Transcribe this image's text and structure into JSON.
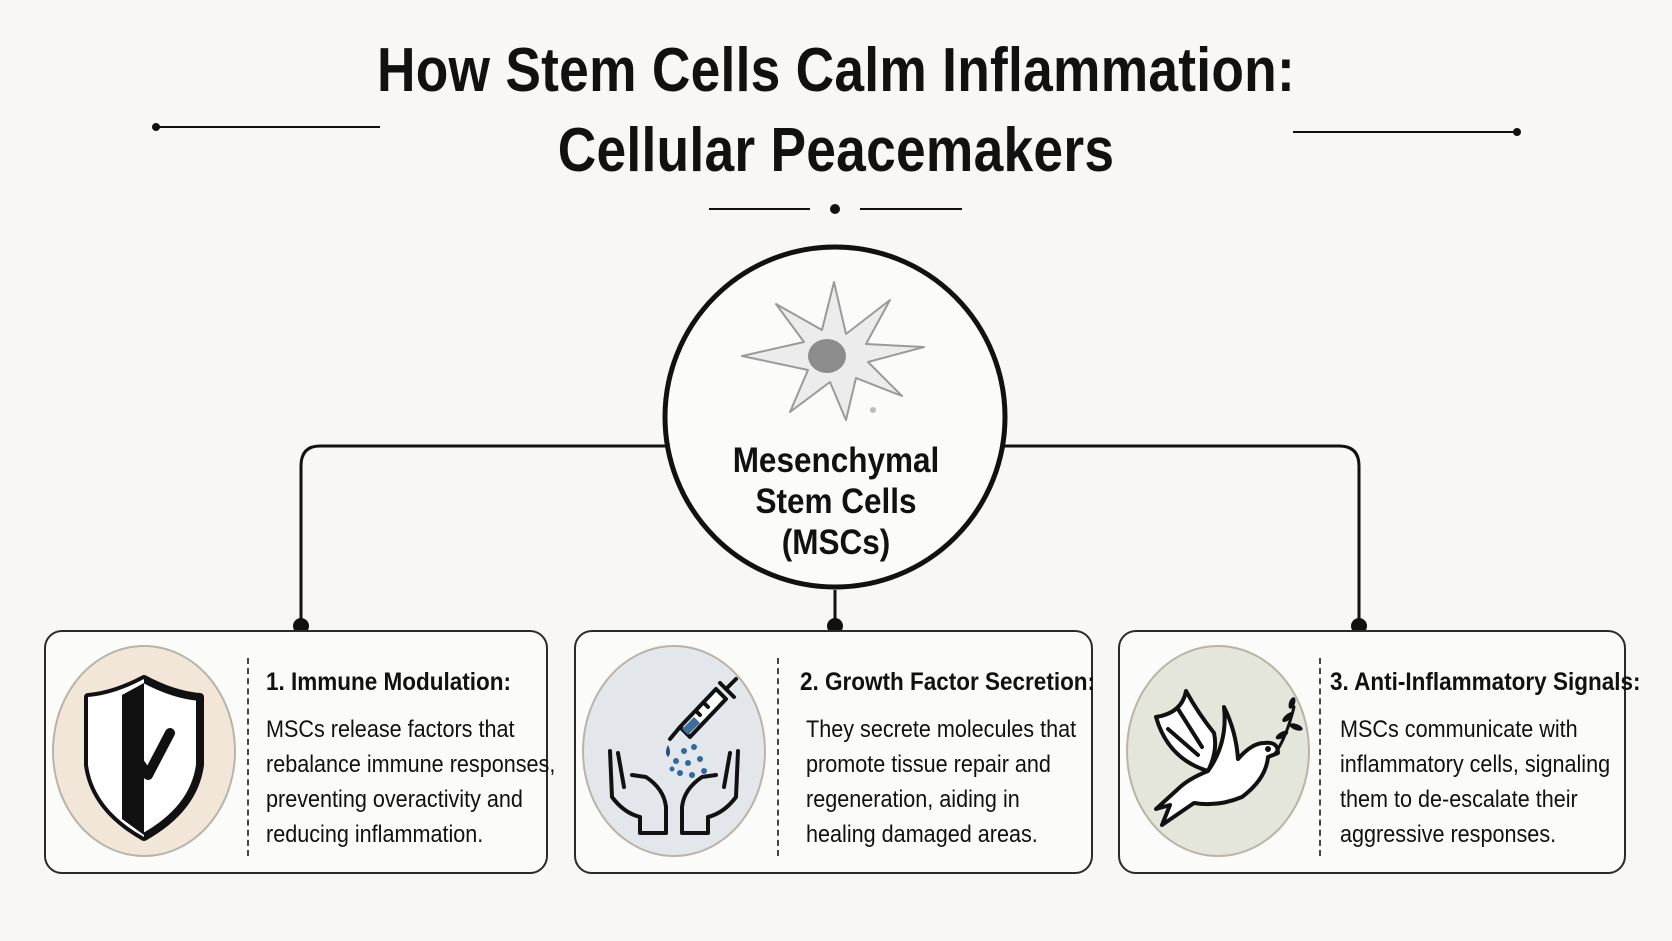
{
  "title": {
    "line1": "How Stem Cells Calm Inflammation:",
    "line2": "Cellular Peacemakers"
  },
  "hub": {
    "label_lines": [
      "Mesenchymal",
      "Stem Cells",
      "(MSCs)"
    ],
    "icon": "stem-cell-icon"
  },
  "cards": [
    {
      "title": "1. Immune Modulation:",
      "body_lines": [
        "MSCs release factors that",
        "rebalance immune responses,",
        "preventing overactivity and",
        "reducing inflammation."
      ],
      "icon": "shield-check-icon",
      "medallion_color": "#f1e6d8"
    },
    {
      "title": "2. Growth Factor Secretion:",
      "body_lines": [
        "They secrete molecules that",
        "promote tissue repair and",
        "regeneration, aiding in",
        "healing damaged areas."
      ],
      "icon": "syringe-hands-icon",
      "medallion_color": "#e3e7ec"
    },
    {
      "title": "3. Anti-Inflammatory Signals:",
      "body_lines": [
        "MSCs communicate with",
        "inflammatory cells, signaling",
        "them to de-escalate their",
        "aggressive responses."
      ],
      "icon": "dove-icon",
      "medallion_color": "#e4e6db"
    }
  ]
}
